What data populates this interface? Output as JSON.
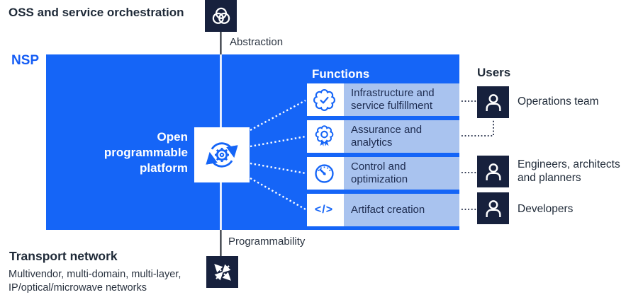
{
  "colors": {
    "accent_blue": "#1565f7",
    "light_blue": "#a9c3ef",
    "navy": "#17213d",
    "heading_dark": "#1f2a38"
  },
  "top": {
    "oss_label": "OSS and service orchestration",
    "abstraction_label": "Abstraction",
    "oss_icon": "venn-circles-icon"
  },
  "platform": {
    "nsp_label": "NSP",
    "center_label": "Open programmable platform",
    "center_icon": "gear-cycle-icon"
  },
  "functions": {
    "heading": "Functions",
    "items": [
      {
        "icon": "seal-check-icon",
        "label": "Infrastructure and service fulfillment"
      },
      {
        "icon": "award-ribbon-icon",
        "label": "Assurance and analytics"
      },
      {
        "icon": "gauge-icon",
        "label": "Control and optimization"
      },
      {
        "icon": "code-icon",
        "icon_glyph": "</>",
        "label": "Artifact creation"
      }
    ]
  },
  "users": {
    "heading": "Users",
    "items": [
      {
        "icon": "person-icon",
        "label": "Operations team"
      },
      {
        "icon": "person-icon",
        "label": "Engineers, architects and planners"
      },
      {
        "icon": "person-icon",
        "label": "Developers"
      }
    ]
  },
  "bottom": {
    "programmability_label": "Programmability",
    "transport_title": "Transport network",
    "transport_subtitle": "Multivendor, multi-domain, multi-layer, IP/optical/microwave networks",
    "transport_icon": "expand-arrows-icon"
  }
}
